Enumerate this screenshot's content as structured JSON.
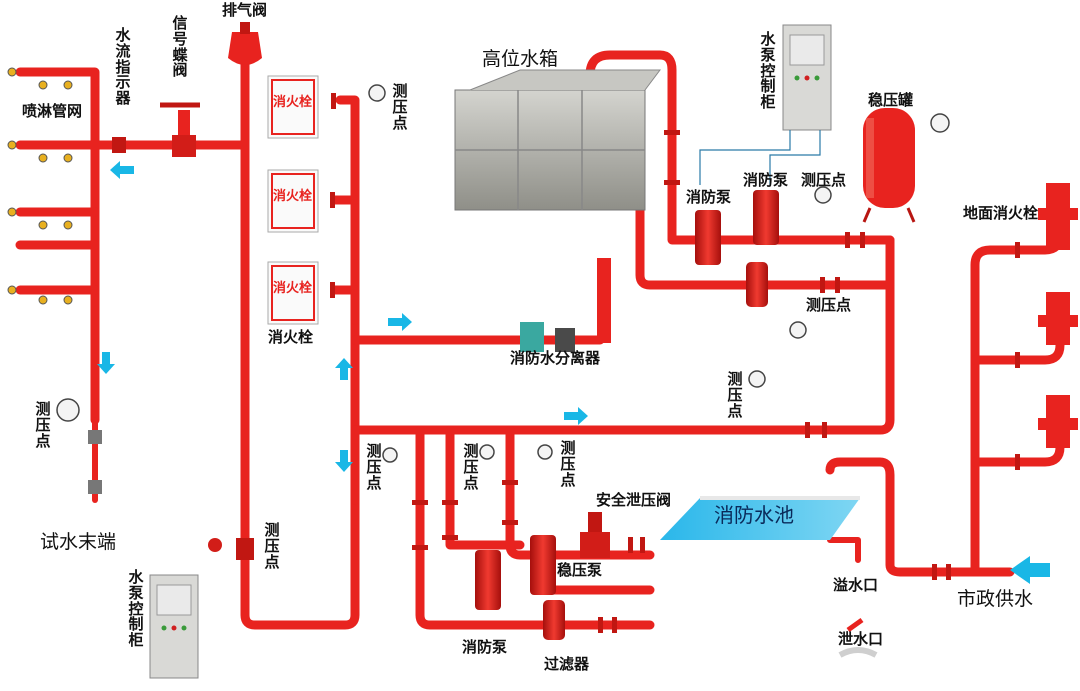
{
  "labels": {
    "sprinkler_network": "喷淋管网",
    "flow_indicator": "水流指示器",
    "signal_butterfly_valve": "信号蝶阀",
    "exhaust_valve": "排气阀",
    "gauge_point": "测压点",
    "test_end": "试水末端",
    "hydrant": "消火栓",
    "hydrant_box_text": "消火栓",
    "high_tank": "高位水箱",
    "pump_control_cabinet": "水泵控制柜",
    "pressure_tank": "稳压罐",
    "fire_pump": "消防泵",
    "ground_hydrant": "地面消火栓",
    "separator": "消防水分离器",
    "safety_relief_valve": "安全泄压阀",
    "fire_pool": "消防水池",
    "stabilizing_pump": "稳压泵",
    "overflow": "溢水口",
    "drain": "泄水口",
    "municipal_supply": "市政供水",
    "filter": "过滤器"
  },
  "colors": {
    "pipe": "#e8231f",
    "pipe_dark": "#b81612",
    "flow_arrow": "#19b7e6",
    "pool": "#1fb4e8",
    "tank": "#b8b8b2",
    "cabinet": "#d9d9d6"
  }
}
